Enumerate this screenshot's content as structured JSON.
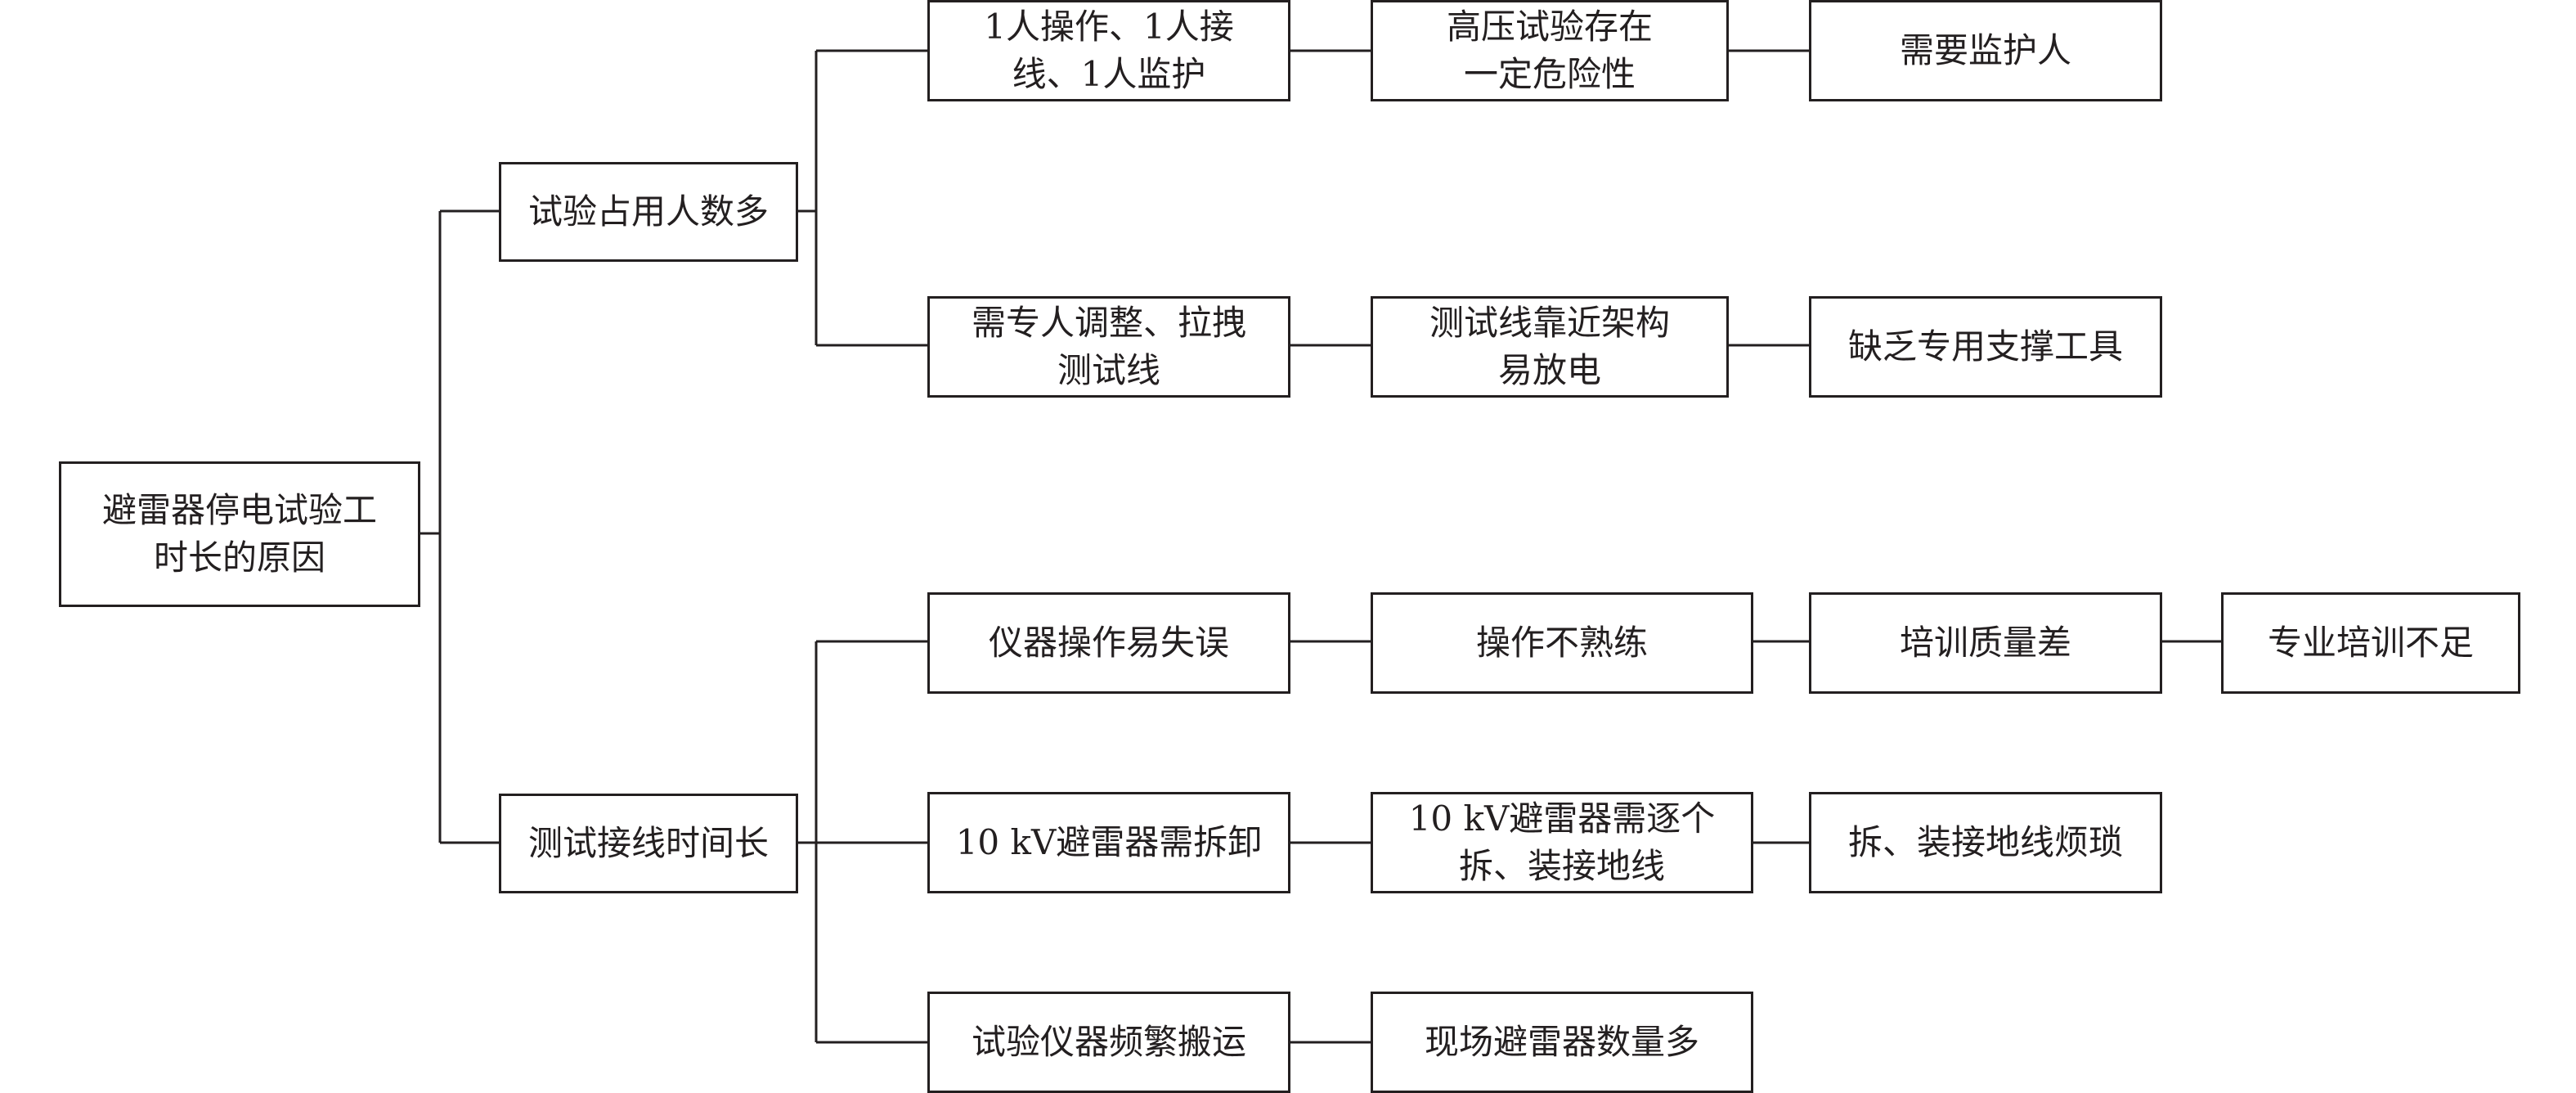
{
  "nodes": {
    "root": "避雷器停电试验工\n时长的原因",
    "branch_1": "试验占用人数多",
    "branch_2": "测试接线时间长",
    "b1_item1_a": "1人操作、1人接\n线、1人监护",
    "b1_item1_b": "高压试验存在\n一定危险性",
    "b1_item1_c": "需要监护人",
    "b1_item2_a": "需专人调整、拉拽\n测试线",
    "b1_item2_b": "测试线靠近架构\n易放电",
    "b1_item2_c": "缺乏专用支撑工具",
    "b2_item1_a": "仪器操作易失误",
    "b2_item1_b": "操作不熟练",
    "b2_item1_c": "培训质量差",
    "b2_item1_d": "专业培训不足",
    "b2_item2_a": "10 kV避雷器需拆卸",
    "b2_item2_b": "10 kV避雷器需逐个\n拆、装接地线",
    "b2_item2_c": "拆、装接地线烦琐",
    "b2_item3_a": "试验仪器频繁搬运",
    "b2_item3_b": "现场避雷器数量多"
  },
  "colors": {
    "line": "#231f20",
    "box_border": "#231f20",
    "text": "#231f20",
    "background": "#ffffff"
  }
}
